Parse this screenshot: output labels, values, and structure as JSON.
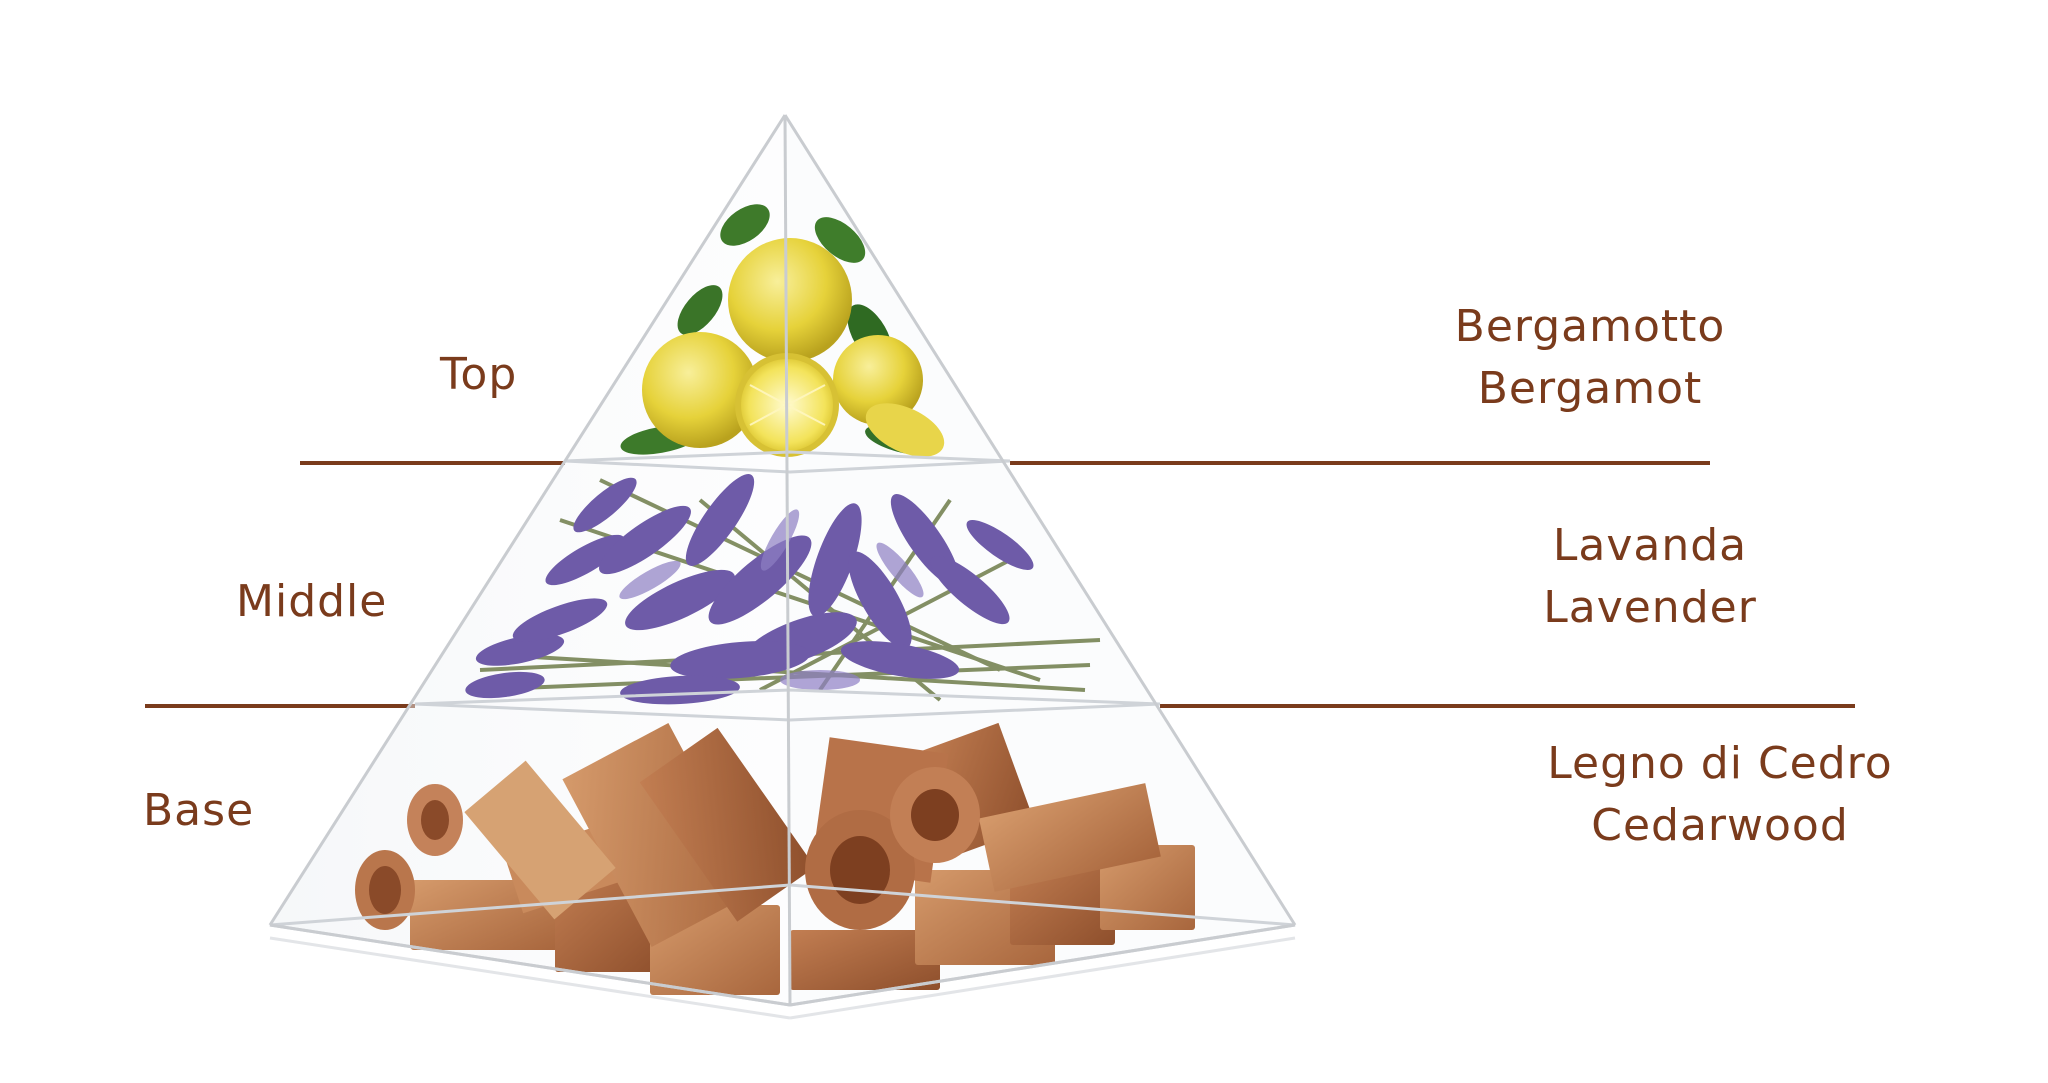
{
  "tiers": {
    "top": {
      "label": "Top",
      "note_line1": "Bergamotto",
      "note_line2": "Bergamot",
      "image": "bergamot-fruit"
    },
    "middle": {
      "label": "Middle",
      "note_line1": "Lavanda",
      "note_line2": "Lavender",
      "image": "lavender-bunch"
    },
    "base": {
      "label": "Base",
      "note_line1": "Legno di Cedro",
      "note_line2": "Cedarwood",
      "image": "cedarwood-pieces"
    }
  },
  "colors": {
    "text": "#7a3b1c",
    "divider": "#7a3b1c",
    "background": "#ffffff",
    "glass_edge": "#c9ccd0"
  }
}
